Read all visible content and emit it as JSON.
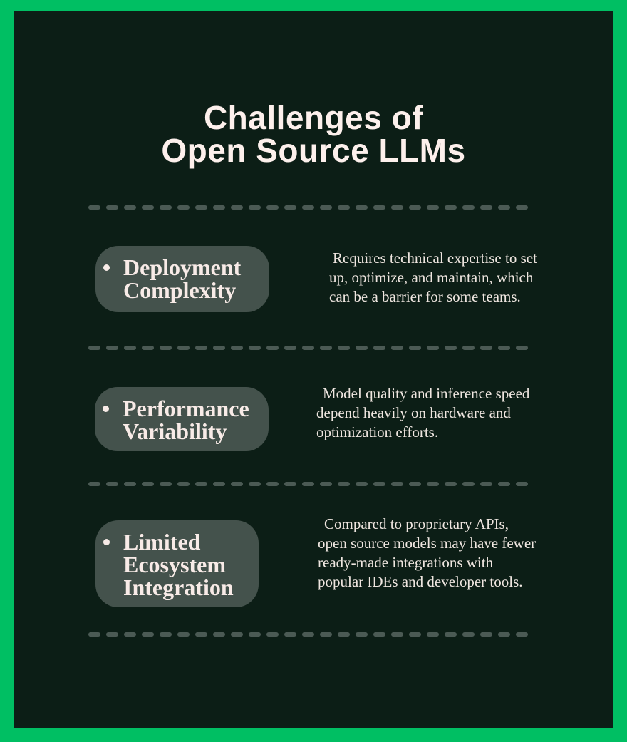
{
  "page": {
    "title": "Challenges of\nOpen Source LLMs"
  },
  "theme": {
    "frame_color": "#00bf63",
    "canvas_color": "#0c1e16",
    "pill_color": "#44524c",
    "dash_color": "#4b5a54",
    "title_color": "#fdf0ec",
    "heading_color": "#f8ebe7",
    "body_color": "#efe6e0"
  },
  "sections": [
    {
      "title": "Deployment\nComplexity",
      "description": "Requires technical expertise to set\nup, optimize, and maintain, which\ncan be a barrier for some teams."
    },
    {
      "title": "Performance\nVariability",
      "description": "Model quality and inference speed\ndepend heavily on hardware and\noptimization efforts."
    },
    {
      "title": "Limited\nEcosystem\nIntegration",
      "description": "Compared to proprietary APIs,\nopen source models may have fewer\nready-made integrations with\npopular IDEs and developer tools."
    }
  ]
}
